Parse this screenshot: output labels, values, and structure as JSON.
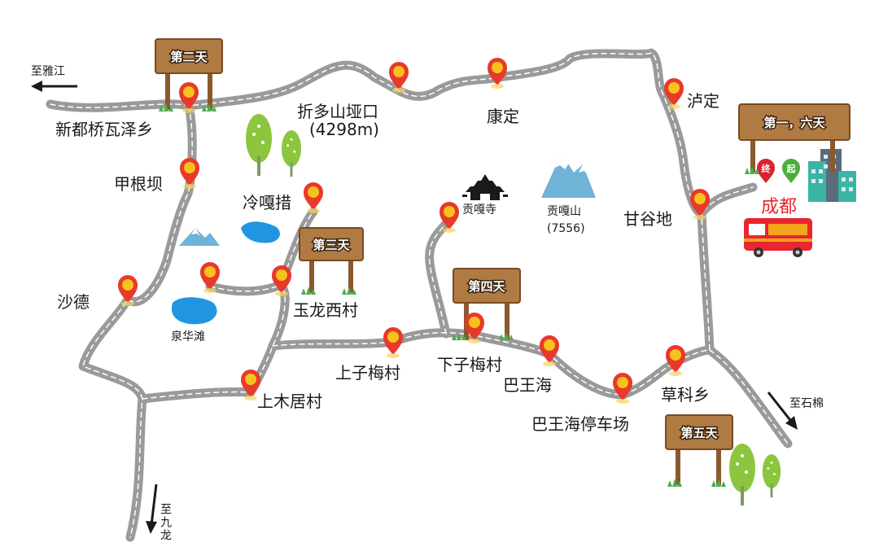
{
  "map_title": "",
  "day_signs": {
    "day2": "第二天",
    "day3": "第三天",
    "day4": "第四天",
    "day5": "第五天",
    "day16": "第一，六天"
  },
  "places": {
    "xinduqiao": "新都桥瓦泽乡",
    "jiagenba": "甲根坝",
    "shade": "沙德",
    "zheduoshan": "折多山垭口",
    "zheduoshan_alt": "(4298m)",
    "kangding": "康定",
    "luding": "泸定",
    "ganggudi": "甘谷地",
    "chengdu": "成都",
    "lenggacuo": "冷嘎措",
    "yulongxicun": "玉龙西村",
    "quanhuatan": "泉华滩",
    "shangmujucun": "上木居村",
    "shangzimeicun": "上子梅村",
    "xiazimeicun": "下子梅村",
    "bawanghai": "巴王海",
    "bawanghai_parking": "巴王海停车场",
    "caokexiang": "草科乡",
    "gonggasi": "贡嘎寺",
    "gonggashan": "贡嘎山",
    "gonggashan_alt": "(7556)"
  },
  "directions": {
    "yajiang": "至雅江",
    "shimian": "至石棉",
    "jiulong": "至九龙"
  },
  "markers": {
    "end": "终",
    "start": "起"
  },
  "colors": {
    "road": "#9a9a9a",
    "road_dash": "#ffffff",
    "pin": "#e8392c",
    "pin_center": "#f8c21c",
    "wood": "#b07a43",
    "destination": "#e8262f",
    "lake": "#2196e0",
    "mountain": "#6fb3d6",
    "tree": "#8cc63f"
  }
}
